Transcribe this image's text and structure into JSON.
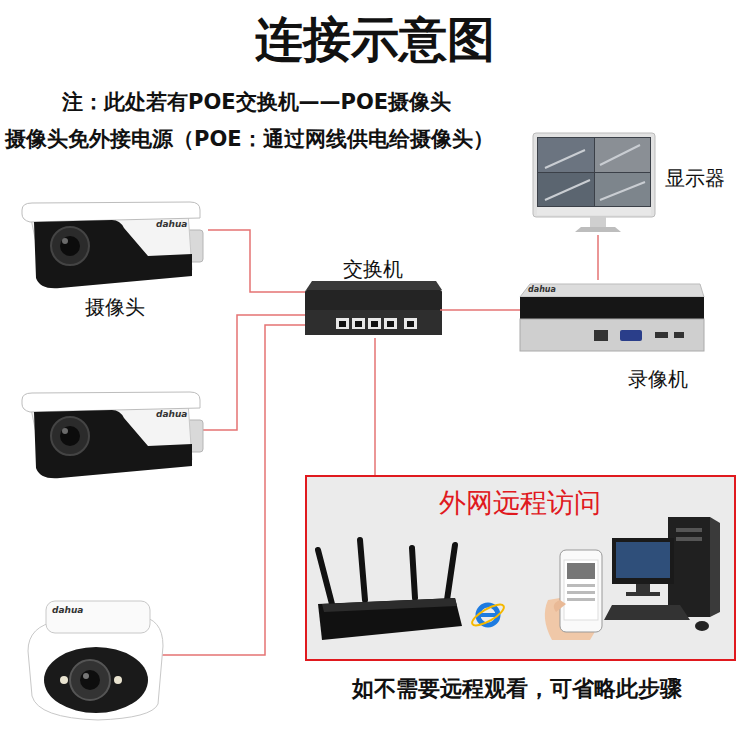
{
  "diagram": {
    "title": "连接示意图",
    "nodes": [
      {
        "text": [
          "摄像头"
        ]
      },
      {
        "text": [
          "交换机"
        ]
      },
      {
        "text": [
          "录像机"
        ]
      },
      {
        "text": [
          "显示器"
        ]
      },
      {
        "text": [
          "外网远程访问"
        ]
      }
    ],
    "edges": [
      {
        "from": 0,
        "to": 1,
        "arrow": "none"
      },
      {
        "from": 1,
        "to": 2,
        "arrow": "none"
      },
      {
        "from": 2,
        "to": 3,
        "arrow": "none"
      },
      {
        "from": 1,
        "to": 4,
        "arrow": "none"
      }
    ],
    "labels": [
      "注：此处若有POE交换机——POE摄像头",
      "摄像头免外接电源（POE：通过网线供电给摄像头）",
      "如不需要远程观看，可省略此步骤",
      "dahua",
      "dahua",
      "dahua",
      "dahua"
    ]
  }
}
